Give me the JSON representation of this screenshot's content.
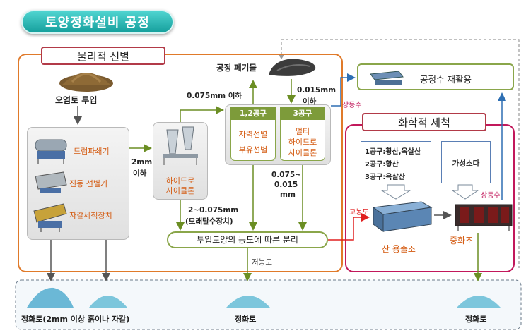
{
  "title": "토양정화설비 공정",
  "sections": {
    "physical": "물리적 선별",
    "chemical": "화학적 세척"
  },
  "input": {
    "label": "오염토 투입"
  },
  "equipment": {
    "drum": "드럼파쇄기",
    "vibro": "진동 선별기",
    "gravel": "자갈세척장치"
  },
  "hydrocyclone": "하이드로\n사이클론",
  "labels": {
    "size_2mm_a": "2mm",
    "size_2mm_b": "이하",
    "under_0075": "0.075mm 이하",
    "waste": "공정 폐기물",
    "over_0015_a": "0.015mm",
    "over_0015_b": "이하",
    "range_0075_a": "0.075~",
    "range_0075_b": "0.015",
    "range_0075_c": "mm",
    "range_2_0075_a": "2~0.075mm",
    "range_2_0075_b": "(모래탈수장치)",
    "low_conc": "저농도",
    "high_conc": "고농도",
    "supernatant_1": "상등수",
    "supernatant_2": "상등수"
  },
  "process12": {
    "head": "1,2공구",
    "line1": "자력선별",
    "line2": "부유선별"
  },
  "process3": {
    "head": "3공구",
    "line1": "멀티",
    "line2": "하이드로",
    "line3": "사이클론"
  },
  "separation": "투입토양의 농도에 따른 분리",
  "reuse": "공정수 재활용",
  "acids": {
    "line1": "1공구:황산,옥살산",
    "line2": "2공구:황산",
    "line3": "3공구:옥살산"
  },
  "caustic": "가성소다",
  "acid_tank": "산 용출조",
  "neutral_tank": "중화조",
  "outputs": {
    "o1": "정화토(2mm 이상 흙이나 자갈)",
    "o2": "정화토",
    "o3": "정화토"
  },
  "colors": {
    "title_bg": "#22b3b0",
    "physical_border": "#e07a2a",
    "chemical_border": "#c2185b",
    "green_arrow": "#6b8e23",
    "blue_arrow": "#2e6fb3",
    "red_arrow": "#e02020",
    "equipment_text": "#d45a10"
  }
}
